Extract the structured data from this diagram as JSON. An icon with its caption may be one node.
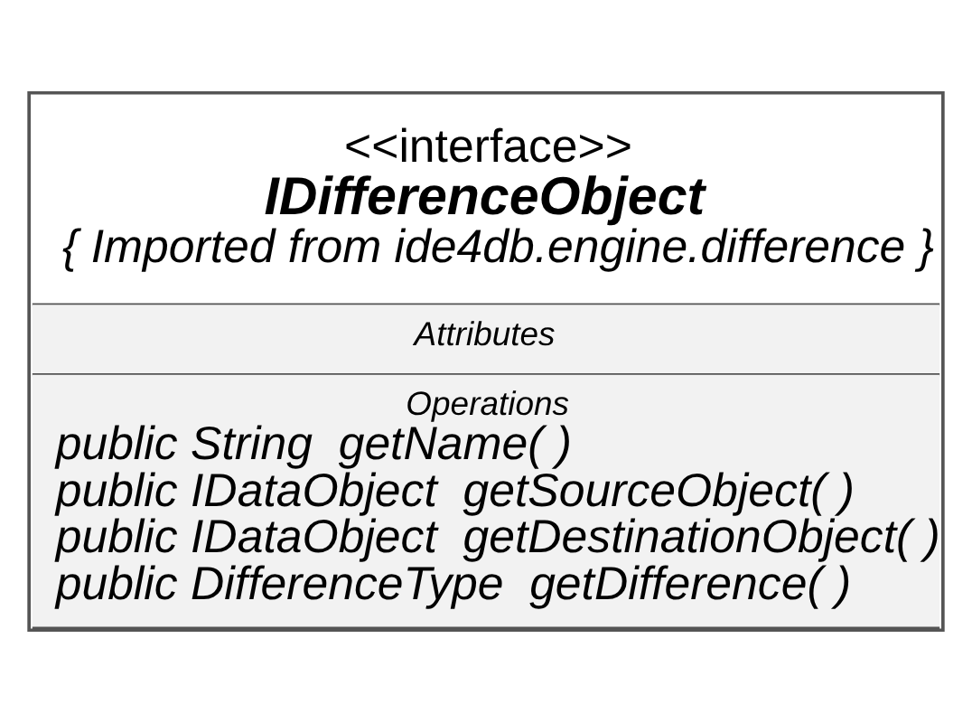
{
  "diagram": {
    "nodes": [
      {
        "text": [
          "<<interface>>",
          "IDifferenceObject",
          "{ Imported from ide4db.engine.difference }",
          "Attributes",
          "Operations",
          "public String  getName( )",
          "public IDataObject  getSourceObject( )",
          "public IDataObject  getDestinationObject( )",
          "public DifferenceType  getDifference( )"
        ]
      }
    ]
  }
}
